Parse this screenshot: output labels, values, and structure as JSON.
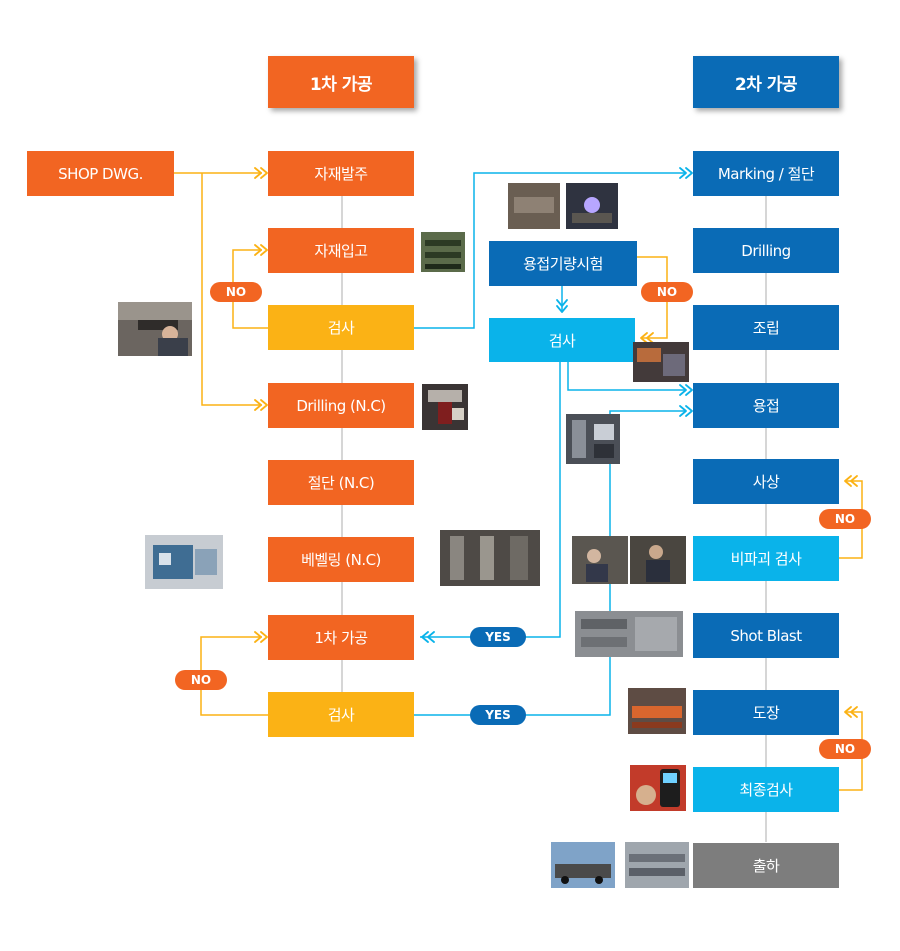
{
  "headers": {
    "first": "1차 가공",
    "second": "2차 가공"
  },
  "first_process": {
    "shop_dwg": "SHOP DWG.",
    "material_order": "자재발주",
    "material_receipt": "자재입고",
    "inspection_1": "검사",
    "drilling": "Drilling (N.C)",
    "cutting": "절단 (N.C)",
    "beveling": "베벨링 (N.C)",
    "first_processing": "1차 가공",
    "inspection_2": "검사"
  },
  "middle": {
    "welder_test": "용접기량시험",
    "inspection": "검사"
  },
  "second_process": {
    "marking": "Marking / 절단",
    "drilling": "Drilling",
    "assembly": "조립",
    "welding": "용접",
    "finishing": "사상",
    "ndt": "비파괴 검사",
    "shot_blast": "Shot Blast",
    "painting": "도장",
    "final_inspection": "최종검사",
    "shipment": "출하"
  },
  "labels": {
    "no": "NO",
    "yes": "YES"
  },
  "colors": {
    "orange": "#f26522",
    "yellow": "#fbb215",
    "blue": "#0a6bb6",
    "cyan": "#0ab3ea",
    "gray": "#7d7d7d",
    "connector": "#c8c8c8"
  }
}
